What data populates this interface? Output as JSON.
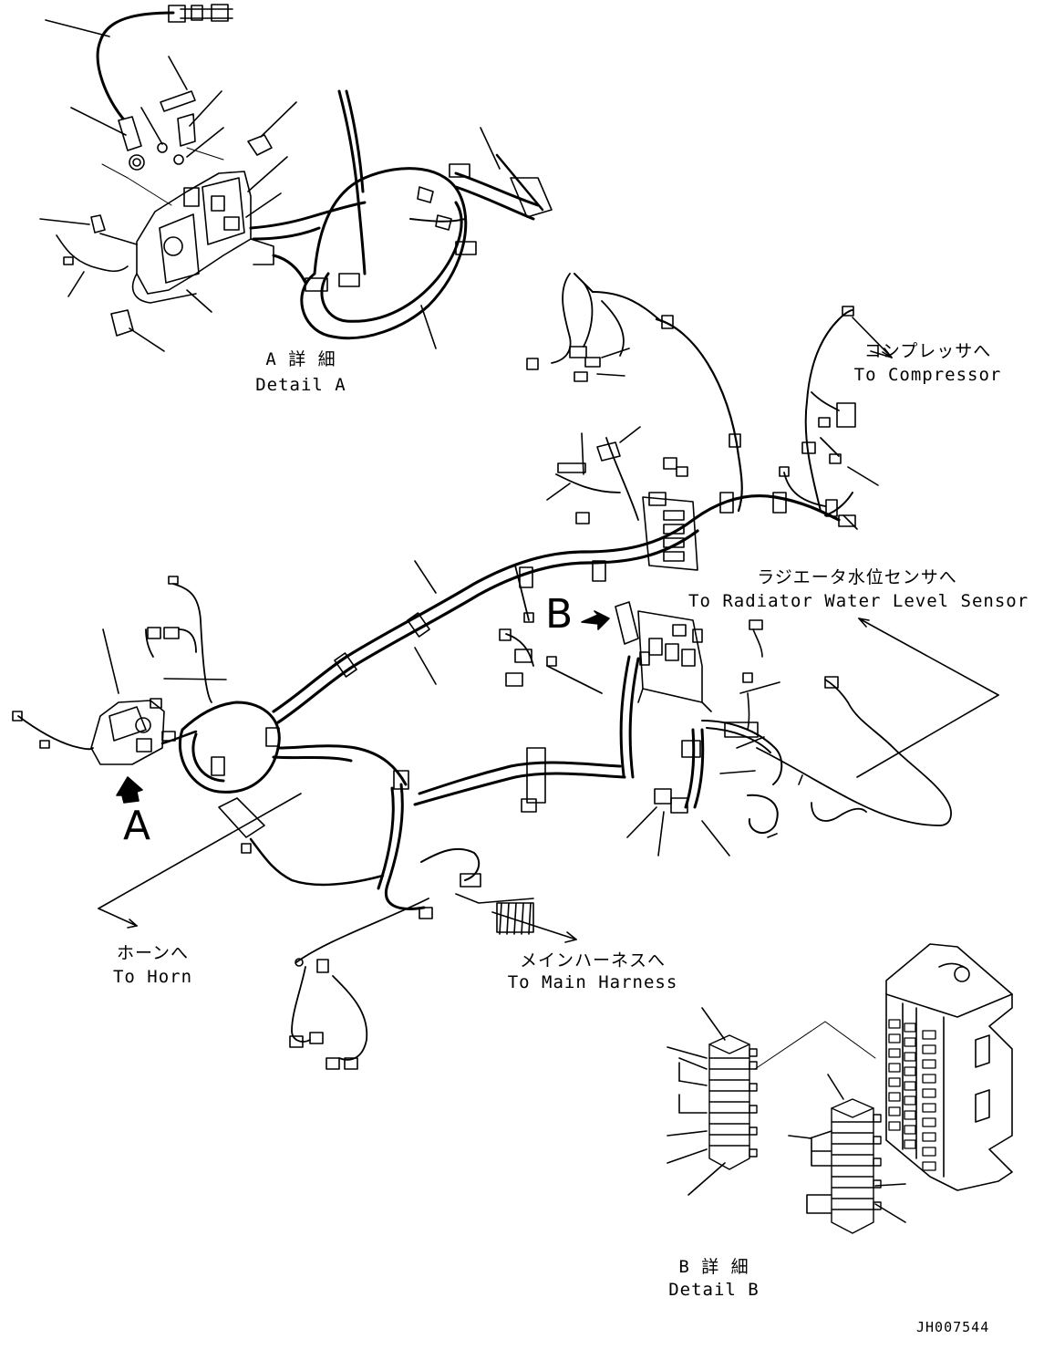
{
  "detail_a": {
    "ja": "A 詳 細",
    "en": "Detail A"
  },
  "detail_b": {
    "ja": "B 詳 細",
    "en": "Detail B"
  },
  "compressor": {
    "ja": "コンプレッサへ",
    "en": "To Compressor"
  },
  "radiator": {
    "ja": "ラジエータ水位センサへ",
    "en": "To Radiator Water Level Sensor"
  },
  "horn": {
    "ja": "ホーンへ",
    "en": "To Horn"
  },
  "main_harness": {
    "ja": "メインハーネスへ",
    "en": "To Main Harness"
  },
  "view_a": "A",
  "view_b": "B",
  "drawing_code": "JH007544",
  "line_color": "#000000"
}
